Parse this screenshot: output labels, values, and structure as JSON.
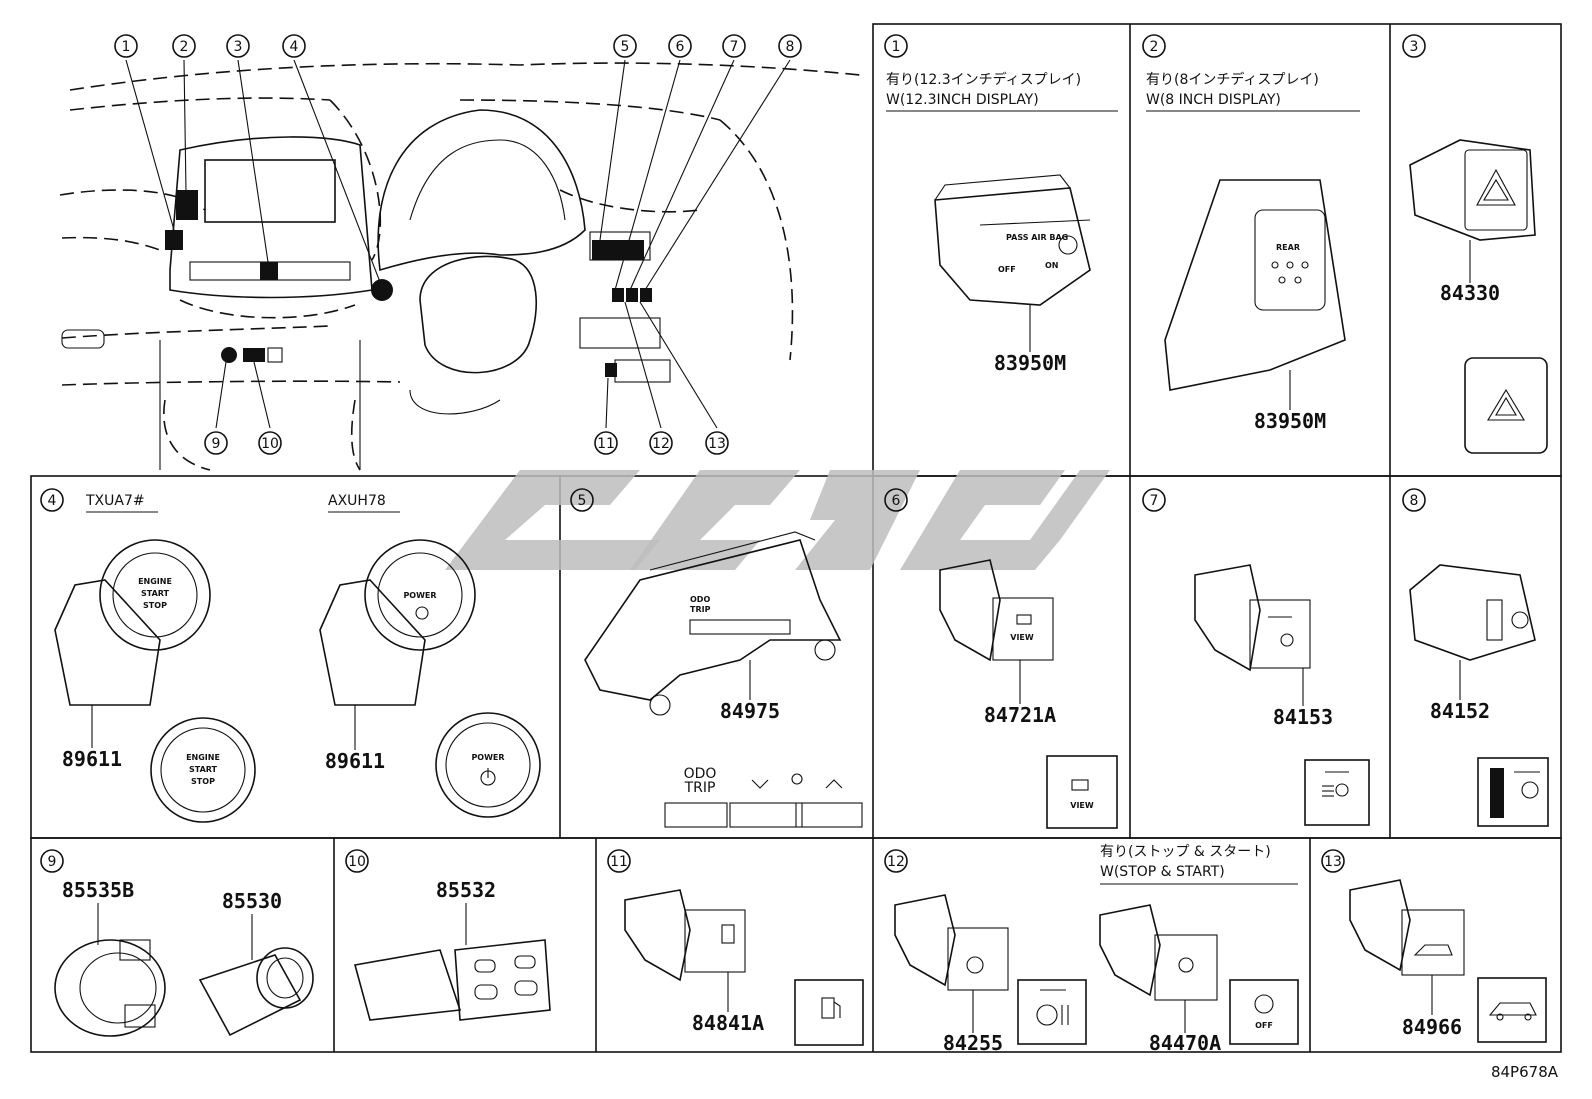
{
  "overview": {
    "callouts": [
      "1",
      "2",
      "3",
      "4",
      "5",
      "6",
      "7",
      "8",
      "9",
      "10",
      "11",
      "12",
      "13"
    ]
  },
  "panels": [
    {
      "id": "1",
      "notes": [
        "有り(12.3インチディスプレイ)",
        "W(12.3INCH DISPLAY)"
      ],
      "labels": [
        "PASS AIR BAG",
        "OFF",
        "ON"
      ],
      "parts": [
        "83950M"
      ]
    },
    {
      "id": "2",
      "notes": [
        "有り(8インチディスプレイ)",
        "W(8 INCH DISPLAY)"
      ],
      "labels": [
        "REAR"
      ],
      "parts": [
        "83950M"
      ]
    },
    {
      "id": "3",
      "notes": [],
      "parts": [
        "84330"
      ]
    },
    {
      "id": "4",
      "variants": [
        "TXUA7#",
        "AXUH78"
      ],
      "labels": [
        "ENGINE",
        "START",
        "STOP",
        "POWER"
      ],
      "parts": [
        "89611",
        "89611"
      ]
    },
    {
      "id": "5",
      "labels": [
        "ODO",
        "TRIP"
      ],
      "parts": [
        "84975"
      ]
    },
    {
      "id": "6",
      "labels": [
        "VIEW"
      ],
      "parts": [
        "84721A"
      ]
    },
    {
      "id": "7",
      "parts": [
        "84153"
      ]
    },
    {
      "id": "8",
      "parts": [
        "84152"
      ]
    },
    {
      "id": "9",
      "parts": [
        "85535B",
        "85530"
      ]
    },
    {
      "id": "10",
      "parts": [
        "85532"
      ]
    },
    {
      "id": "11",
      "parts": [
        "84841A"
      ]
    },
    {
      "id": "12",
      "notes": [
        "有り(ストップ & スタート)",
        "W(STOP & START)"
      ],
      "labels": [
        "OFF"
      ],
      "parts": [
        "84255",
        "84470A"
      ]
    },
    {
      "id": "13",
      "parts": [
        "84966"
      ]
    }
  ],
  "sheet_id": "84P678A",
  "colors": {
    "line": "#111111",
    "watermark": "#bdbdbd",
    "background": "#ffffff"
  }
}
